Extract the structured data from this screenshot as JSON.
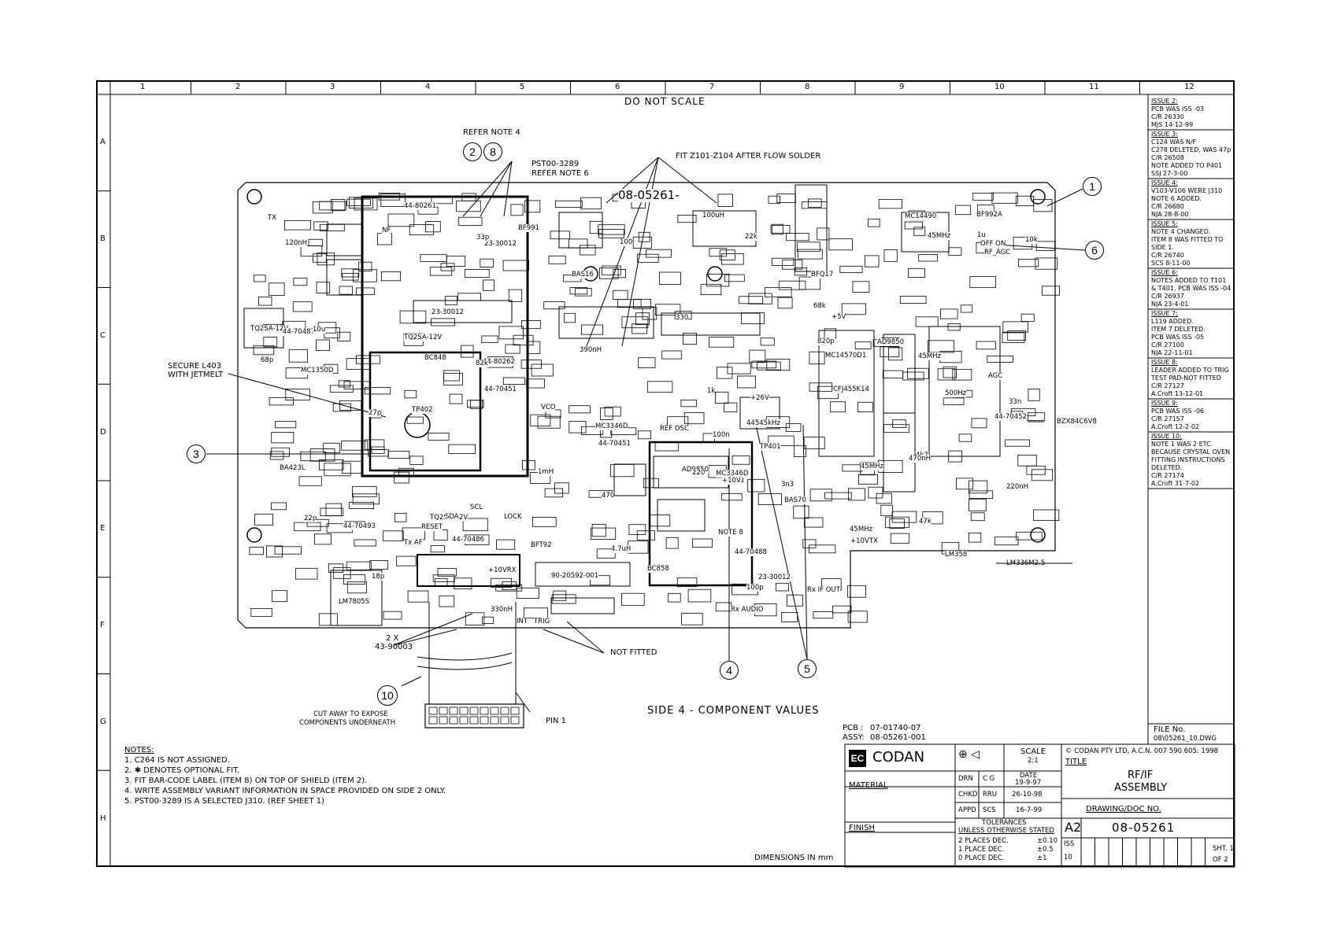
{
  "grid": {
    "columns": [
      "1",
      "2",
      "3",
      "4",
      "5",
      "6",
      "7",
      "8",
      "9",
      "10",
      "11",
      "12"
    ],
    "rows": [
      "A",
      "B",
      "C",
      "D",
      "E",
      "F",
      "G",
      "H"
    ]
  },
  "header": {
    "do_not_scale": "DO NOT SCALE"
  },
  "callouts": {
    "refer_note_4": "REFER NOTE 4",
    "pst_note": "PST00-3289",
    "pst_refer": "REFER NOTE 6",
    "fit_z": "FIT Z101-Z104 AFTER FLOW SOLDER",
    "secure_l403": "SECURE L403",
    "with_jetmelt": "WITH JETMELT",
    "not_fitted": "NOT FITTED",
    "two_x": "2 X",
    "part_43": "43-90003",
    "cut_away_1": "CUT AWAY TO EXPOSE",
    "cut_away_2": "COMPONENTS UNDERNEATH",
    "pin1": "PIN 1",
    "zener": "BZX84C6V8",
    "lm336": "LM336M2.5",
    "balloons": [
      "1",
      "2",
      "3",
      "4",
      "5",
      "6",
      "8",
      "10"
    ]
  },
  "board": {
    "pcb_number": "08-05261-",
    "labels": [
      "44-80261",
      "44-80262",
      "23-30012",
      "23-30012",
      "23-30012",
      "TQ2SA-12V",
      "TQ2SA-12V",
      "TQ2SA-12V",
      "CFJ455K14",
      "AD9850",
      "AD9850",
      "LM7805S",
      "90-20592-001",
      "44-70488",
      "44-70452",
      "44-70451",
      "44-70451",
      "44-70486",
      "44-70493",
      "44-70487",
      "MC3346D",
      "MC3346D",
      "MC14570D1",
      "MC14490",
      "MC1350D",
      "BA423L",
      "LM358",
      "44545kHz",
      "500Hz",
      "45MHz",
      "45MHz",
      "45MHz",
      "45MHz",
      "TX",
      "AGC",
      "VCO",
      "REF OSC",
      "SDA",
      "SCL",
      "LOCK",
      "RESET",
      "Tx AF",
      "+10V",
      "+10VRX",
      "+10VTX",
      "+26V",
      "+5V",
      "INT",
      "TRIG",
      "Rx AUDIO",
      "Rx IF OUT",
      "TP401",
      "TP402",
      "OFF  ON",
      "RF_AGC",
      "BC848",
      "BC858",
      "BAS16",
      "BAS70",
      "BF992A",
      "BFQ17",
      "BFT92",
      "BF991",
      "4.7uH",
      "100uH",
      "10u",
      "33n",
      "3n3",
      "100",
      "1k",
      "10k",
      "47k",
      "22k",
      "4k7",
      "220",
      "470",
      "100n",
      "1u",
      "1mH",
      "330",
      "82k",
      "68k",
      "120nH",
      "220nH",
      "470nH",
      "390nH",
      "330nH",
      "22p",
      "68p",
      "100p",
      "820p",
      "27p",
      "33p",
      "18p",
      "NF",
      "NOTE 8"
    ]
  },
  "revisions": [
    [
      "ISSUE 2:",
      "PCB WAS ISS -03",
      "C/R 26330",
      "MJS 14-12-99"
    ],
    [
      "ISSUE 3:",
      "C124 WAS N/F",
      "C278 DELETED, WAS 47p",
      "C/R 26508",
      "NOTE ADDED TO P401",
      "SSJ 27-3-00"
    ],
    [
      "ISSUE 4:",
      "V103-V106 WERE J310",
      "NOTE 6 ADDED.",
      "C/R 26680",
      "NJA 28-8-00"
    ],
    [
      "ISSUE 5:",
      "NOTE 4 CHANGED.",
      "ITEM 8 WAS FITTED TO",
      "SIDE 1.",
      "C/R 26740",
      "SCS 8-11-00"
    ],
    [
      "ISSUE 6:",
      "NOTES ADDED TO T101",
      "& T401. PCB WAS ISS -04",
      "C/R 26937",
      "NJA 23-4-01"
    ],
    [
      "ISSUE 7:",
      "L119 ADDED.",
      "ITEM 7 DELETED.",
      "PCB WAS ISS -05",
      "C/R 27100",
      "NJA 22-11-01"
    ],
    [
      "ISSUE 8:",
      "LEADER ADDED TO TRIG",
      "TEST PAD-NOT FITTED",
      "C/R 27127",
      "A.Croft 13-12-01"
    ],
    [
      "ISSUE 9:",
      "PCB WAS ISS -06",
      "C/R 27157",
      "A.Croft 12-2-02"
    ],
    [
      "ISSUE 10:",
      "NOTE 1 WAS 2 ETC.",
      "BECAUSE CRYSTAL OVEN",
      "FITTING INSTRUCTIONS",
      "DELETED.",
      "C/R 27174",
      "A.Croft 31-7-02"
    ]
  ],
  "file": {
    "label": "FILE No.",
    "value": "08\\05261_10.DWG"
  },
  "view_title": "SIDE 4 - COMPONENT VALUES",
  "pcb_info": {
    "pcb_label": "PCB  :",
    "pcb_value": "07-01740-07",
    "assy_label": "ASSY:",
    "assy_value": "08-05261-001"
  },
  "notes": {
    "heading": "NOTES:",
    "items": [
      "1. C264 IS NOT ASSIGNED.",
      "2. ✱ DENOTES OPTIONAL FIT.",
      "3. FIT BAR-CODE LABEL (ITEM 8) ON TOP OF SHIELD (ITEM 2).",
      "4. WRITE ASSEMBLY VARIANT INFORMATION IN SPACE PROVIDED ON SIDE 2 ONLY.",
      "5. PST00-3289 IS A SELECTED J310. (REF SHEET 1)"
    ]
  },
  "title_block": {
    "company": "CODAN",
    "logo": "EC",
    "material": "MATERIAL",
    "finish": "FINISH",
    "dimensions": "DIMENSIONS IN mm",
    "scale_label": "SCALE",
    "scale_value": "2:1",
    "copyright": "© CODAN  PTY LTD, A.C.N. 007 590 605:  1998",
    "title_label": "TITLE",
    "title_1": "RF/IF",
    "title_2": "ASSEMBLY",
    "drn": "DRN",
    "drn_by": "C G",
    "date_label": "DATE",
    "drn_date": "19-9-97",
    "chkd": "CHKD",
    "chkd_by": "RRU",
    "chkd_date": "26-10-98",
    "appd": "APPD",
    "appd_by": "SCS",
    "appd_date": "16-7-99",
    "tol_1": "TOLERANCES",
    "tol_2": "UNLESS OTHERWISE STATED",
    "tol_rows": [
      [
        "2 PLACES DEC.",
        "±0.10"
      ],
      [
        "1 PLACE DEC.",
        "±0.5"
      ],
      [
        "0 PLACE DEC.",
        "±1"
      ]
    ],
    "size": "A2",
    "doc_label": "DRAWING/DOC NO.",
    "doc_number": "08-05261",
    "iss_label": "ISS",
    "iss_value": "10",
    "sht": "SHT. 1",
    "of": "OF  2"
  }
}
